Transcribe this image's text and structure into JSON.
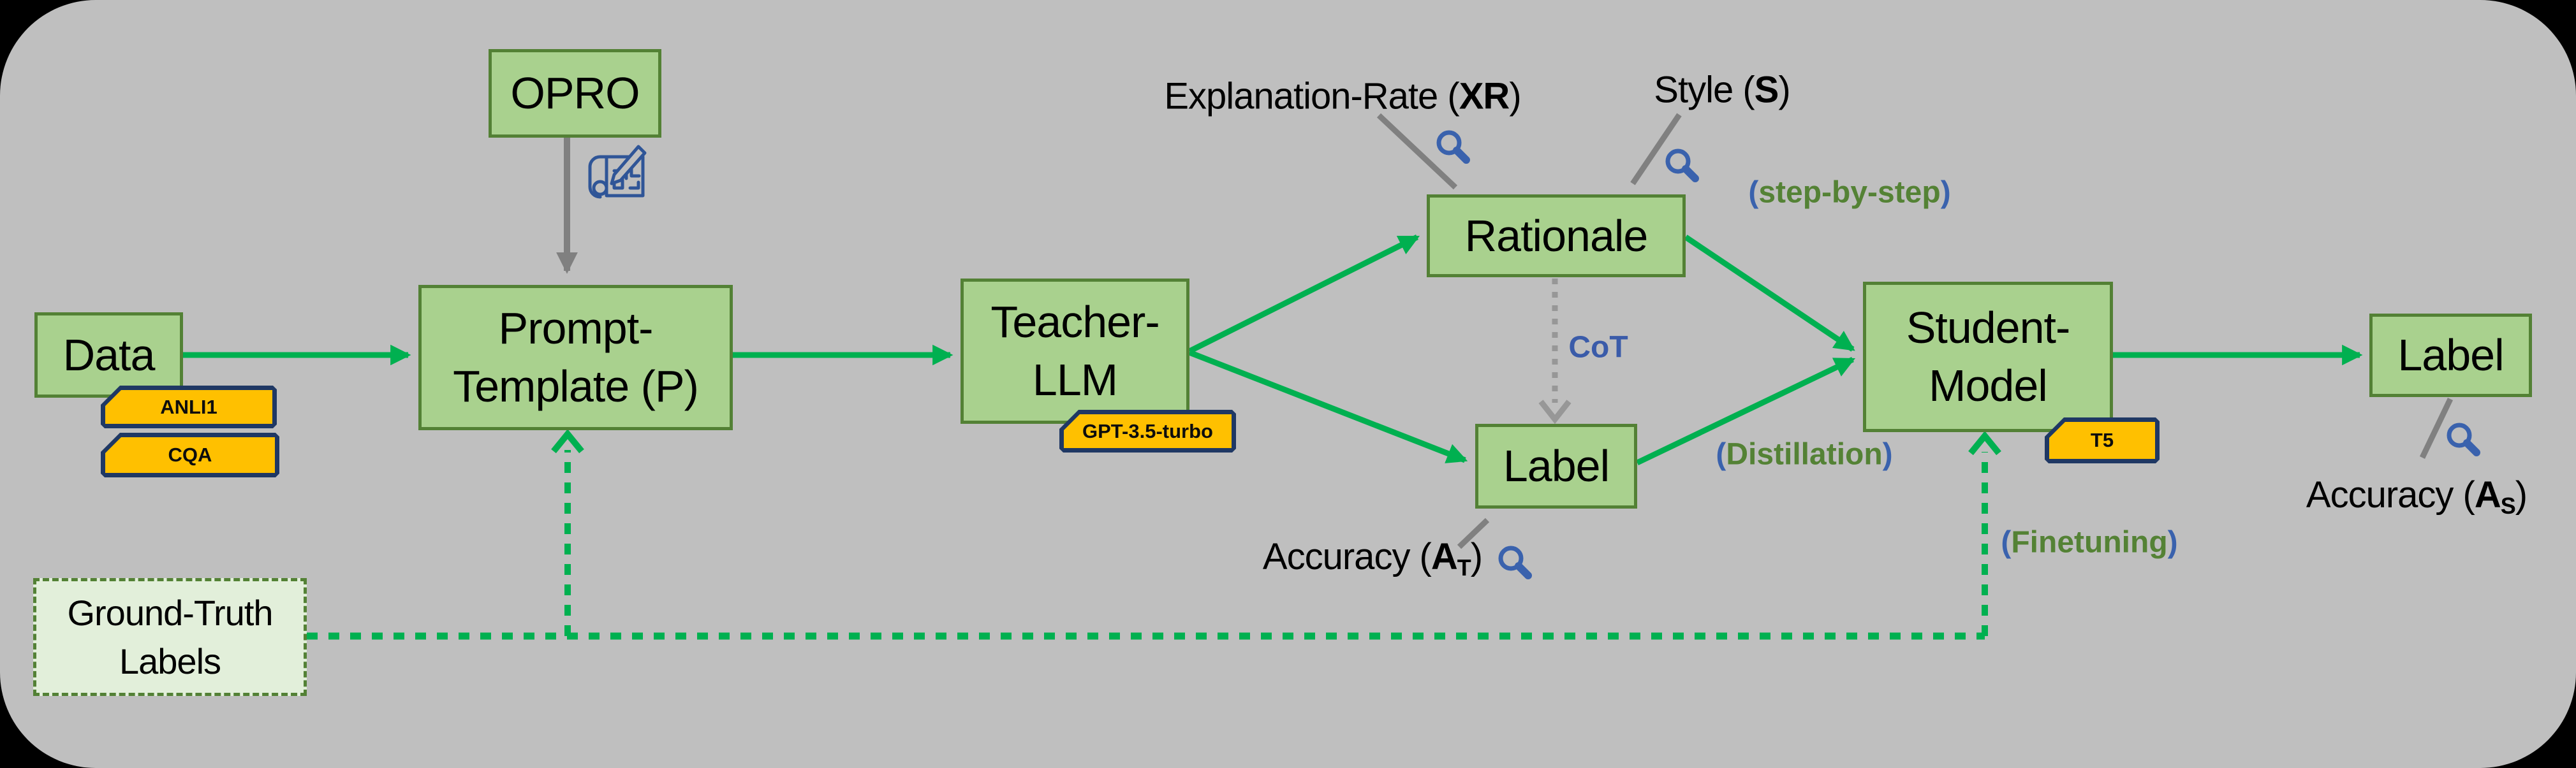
{
  "figure": {
    "background_color": "#000000",
    "panel_color": "#BFBFBF",
    "accent_green": "#00B050",
    "box_fill": "#A9D18E",
    "box_border": "#538135",
    "soft_box_fill": "#E2EFDA",
    "badge_fill": "#FFC000",
    "badge_border": "#1F3864",
    "annotation_green": "#548235",
    "annotation_blue": "#3A62AD",
    "callout_gray": "#808080"
  },
  "boxes": {
    "data": {
      "label": "Data"
    },
    "opro": {
      "label": "OPRO"
    },
    "prompt": {
      "line1": "Prompt-",
      "line2": "Template (P)"
    },
    "teacher": {
      "line1": "Teacher-",
      "line2": "LLM"
    },
    "rationale": {
      "label": "Rationale"
    },
    "label_mid": {
      "label": "Label"
    },
    "student": {
      "line1": "Student-",
      "line2": "Model"
    },
    "label_right": {
      "label": "Label"
    },
    "ground_truth": {
      "line1": "Ground-Truth",
      "line2": "Labels"
    }
  },
  "badges": {
    "anli1": "ANLI1",
    "cqa": "CQA",
    "gpt": "GPT-3.5-turbo",
    "t5": "T5"
  },
  "annotations": {
    "explanation_rate": {
      "prefix": "Explanation-Rate (",
      "bold": "XR",
      "suffix": ")"
    },
    "style": {
      "prefix": "Style (",
      "bold": "S",
      "suffix": ")"
    },
    "step_by_step": {
      "open": "(",
      "word": "step-by-step",
      "close": ")"
    },
    "cot": "CoT",
    "distillation": {
      "open": "(",
      "word": "Distillation",
      "close": ")"
    },
    "finetuning": {
      "open": "(",
      "word": "Finetuning",
      "close": ")"
    },
    "accuracy_teacher": {
      "prefix": "Accuracy (",
      "bold": "A",
      "sub": "T",
      "suffix": ")"
    },
    "accuracy_student": {
      "prefix": "Accuracy (",
      "bold": "A",
      "sub": "S",
      "suffix": ")"
    }
  },
  "icons": {
    "blueprint": "blueprint-edit-icon",
    "magnifier": "magnifier-icon"
  }
}
